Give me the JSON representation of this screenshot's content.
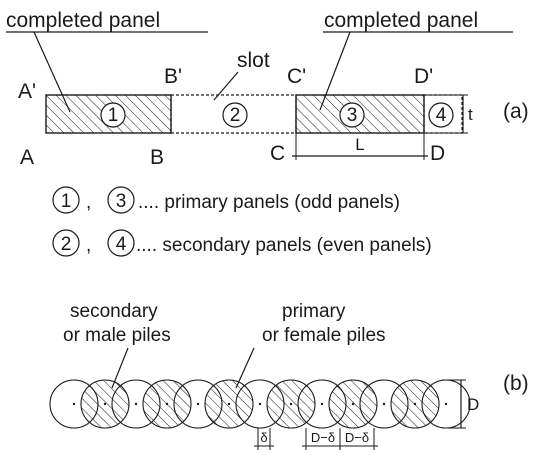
{
  "part_a": {
    "label": "(a)",
    "callouts": {
      "left": "completed panel",
      "right": "completed panel",
      "slot": "slot"
    },
    "corners": {
      "a_prime": "A'",
      "b_prime": "B'",
      "c_prime": "C'",
      "d_prime": "D'",
      "a": "A",
      "b": "B",
      "c": "C",
      "d": "D"
    },
    "panels": [
      {
        "number": "1",
        "kind": "primary",
        "hatched": true
      },
      {
        "number": "2",
        "kind": "secondary",
        "hatched": false
      },
      {
        "number": "3",
        "kind": "primary",
        "hatched": true
      },
      {
        "number": "4",
        "kind": "secondary",
        "hatched": false
      }
    ],
    "dimension_thickness": "t",
    "dimension_length": "L"
  },
  "legend": [
    {
      "numbers": [
        "1",
        "3"
      ],
      "separator": ",",
      "text": ".... primary panels (odd panels)"
    },
    {
      "numbers": [
        "2",
        "4"
      ],
      "separator": ",",
      "text": ".... secondary panels (even panels)"
    }
  ],
  "part_b": {
    "label": "(b)",
    "secondary_label_line1": "secondary",
    "secondary_label_line2": "or male piles",
    "primary_label_line1": "primary",
    "primary_label_line2": "or female piles",
    "dimension_diameter": "D",
    "dimension_overlap": "δ",
    "dimension_spacing_1": "D−δ",
    "dimension_spacing_2": "D−δ",
    "pile_pattern": [
      "secondary",
      "primary",
      "secondary",
      "primary",
      "secondary",
      "primary",
      "secondary",
      "primary",
      "secondary",
      "primary",
      "secondary",
      "primary",
      "secondary"
    ]
  },
  "colors": {
    "ink": "#1a1a1a",
    "hatch": "#1a1a1a",
    "background": "#ffffff"
  }
}
